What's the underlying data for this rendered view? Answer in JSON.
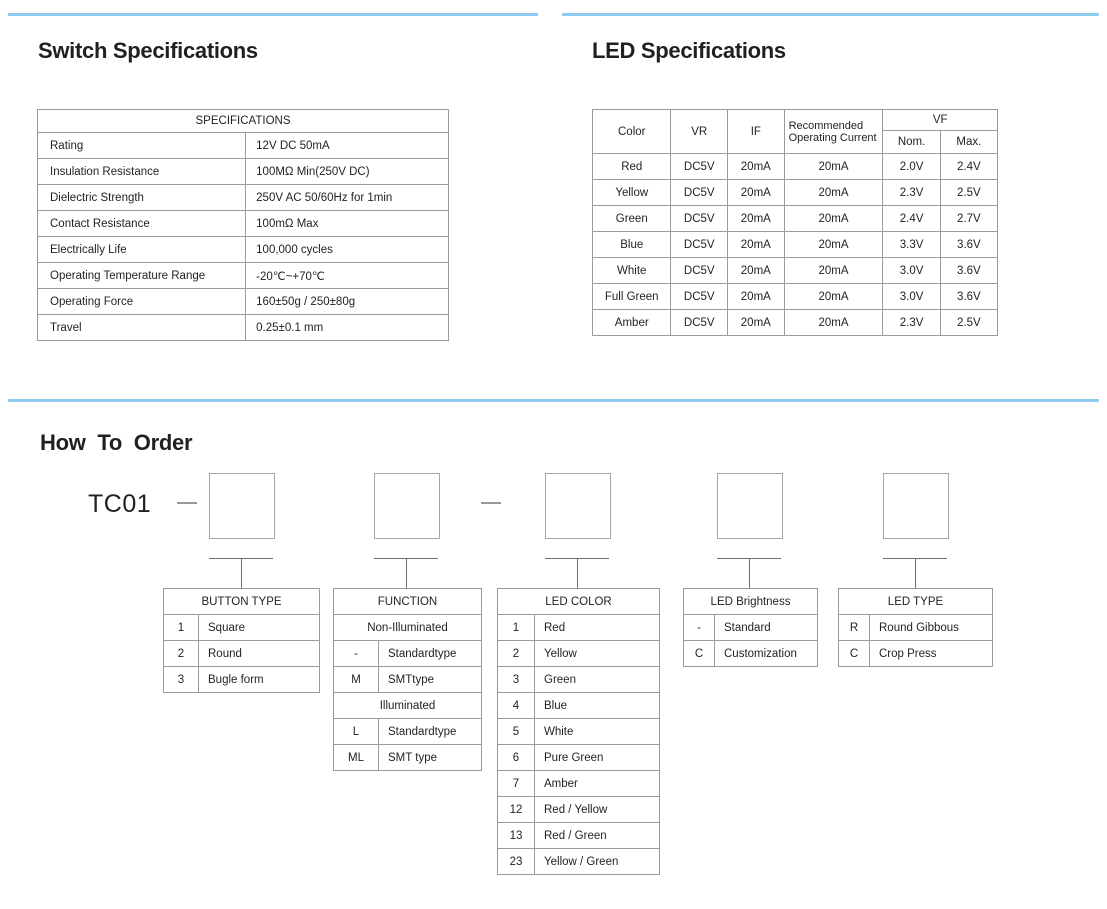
{
  "sections": {
    "switch_spec_title": "Switch Specifications",
    "led_spec_title": "LED Specifications",
    "how_to_order_title": "How  To  Order"
  },
  "colors": {
    "rule": "#8ec9ef",
    "table_border": "#9a9a9a",
    "text": "#231f20"
  },
  "switch_specifications": {
    "header": "SPECIFICATIONS",
    "rows": [
      {
        "key": "Rating",
        "value": "12V DC 50mA"
      },
      {
        "key": "Insulation Resistance",
        "value": "100MΩ Min(250V DC)"
      },
      {
        "key": "Dielectric Strength",
        "value": "250V AC 50/60Hz  for 1min"
      },
      {
        "key": "Contact Resistance",
        "value": "100mΩ Max"
      },
      {
        "key": "Electrically Life",
        "value": "100,000 cycles"
      },
      {
        "key": "Operating Temperature Range",
        "value": "-20℃~+70℃"
      },
      {
        "key": "Operating Force",
        "value": "160±50g / 250±80g"
      },
      {
        "key": "Travel",
        "value": "0.25±0.1 mm"
      }
    ]
  },
  "led_specifications": {
    "headers": {
      "color": "Color",
      "vr": "VR",
      "if": "IF",
      "recommended_operating_current": "Recommended Operating Current",
      "vf": "VF",
      "vf_nom": "Nom.",
      "vf_max": "Max."
    },
    "rows": [
      {
        "color": "Red",
        "vr": "DC5V",
        "if": "20mA",
        "roc": "20mA",
        "nom": "2.0V",
        "max": "2.4V"
      },
      {
        "color": "Yellow",
        "vr": "DC5V",
        "if": "20mA",
        "roc": "20mA",
        "nom": "2.3V",
        "max": "2.5V"
      },
      {
        "color": "Green",
        "vr": "DC5V",
        "if": "20mA",
        "roc": "20mA",
        "nom": "2.4V",
        "max": "2.7V"
      },
      {
        "color": "Blue",
        "vr": "DC5V",
        "if": "20mA",
        "roc": "20mA",
        "nom": "3.3V",
        "max": "3.6V"
      },
      {
        "color": "White",
        "vr": "DC5V",
        "if": "20mA",
        "roc": "20mA",
        "nom": "3.0V",
        "max": "3.6V"
      },
      {
        "color": "Full Green",
        "vr": "DC5V",
        "if": "20mA",
        "roc": "20mA",
        "nom": "3.0V",
        "max": "3.6V"
      },
      {
        "color": "Amber",
        "vr": "DC5V",
        "if": "20mA",
        "roc": "20mA",
        "nom": "2.3V",
        "max": "2.5V"
      }
    ]
  },
  "how_to_order": {
    "prefix": "TC01",
    "separator": "—",
    "boxes": [
      "",
      "",
      "",
      "",
      ""
    ],
    "option_tables": {
      "button_type": {
        "header": "BUTTON TYPE",
        "rows": [
          {
            "code": "1",
            "label": "Square"
          },
          {
            "code": "2",
            "label": "Round"
          },
          {
            "code": "3",
            "label": "Bugle form"
          }
        ]
      },
      "function": {
        "header": "FUNCTION",
        "group_1": "Non-Illuminated",
        "group_1_rows": [
          {
            "code": "-",
            "label": "Standardtype"
          },
          {
            "code": "M",
            "label": "SMTtype"
          }
        ],
        "group_2": "Illuminated",
        "group_2_rows": [
          {
            "code": "L",
            "label": "Standardtype"
          },
          {
            "code": "ML",
            "label": "SMT type"
          }
        ]
      },
      "led_color": {
        "header": "LED COLOR",
        "rows": [
          {
            "code": "1",
            "label": "Red"
          },
          {
            "code": "2",
            "label": "Yellow"
          },
          {
            "code": "3",
            "label": "Green"
          },
          {
            "code": "4",
            "label": "Blue"
          },
          {
            "code": "5",
            "label": "White"
          },
          {
            "code": "6",
            "label": "Pure Green"
          },
          {
            "code": "7",
            "label": "Amber"
          },
          {
            "code": "12",
            "label": "Red / Yellow"
          },
          {
            "code": "13",
            "label": "Red / Green"
          },
          {
            "code": "23",
            "label": "Yellow / Green"
          }
        ]
      },
      "led_brightness": {
        "header": "LED Brightness",
        "rows": [
          {
            "code": "-",
            "label": "Standard"
          },
          {
            "code": "C",
            "label": "Customization"
          }
        ]
      },
      "led_type": {
        "header": "LED TYPE",
        "rows": [
          {
            "code": "R",
            "label": "Round Gibbous"
          },
          {
            "code": "C",
            "label": "Crop Press"
          }
        ]
      }
    }
  }
}
